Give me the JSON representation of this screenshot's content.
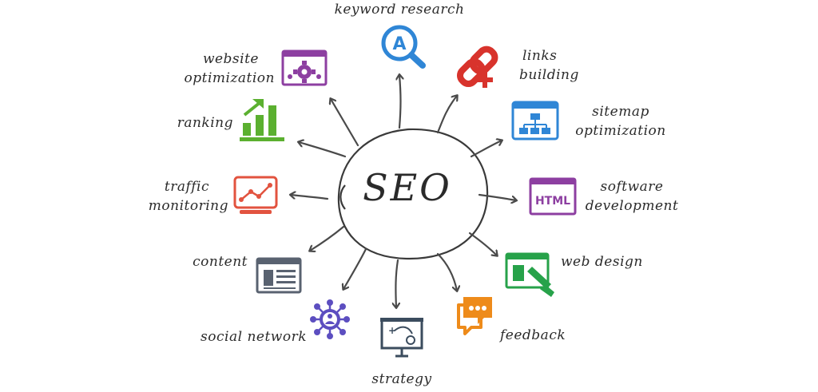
{
  "center": "SEO",
  "nodes": {
    "keyword": {
      "label": "keyword research",
      "color": "#2f86d6"
    },
    "links": {
      "line1": "links",
      "line2": "building",
      "color": "#d8332c"
    },
    "sitemap": {
      "line1": "sitemap",
      "line2": "optimization",
      "color": "#2f86d6"
    },
    "software": {
      "line1": "software",
      "line2": "development",
      "badge": "HTML",
      "color": "#8d3fa1"
    },
    "webdesign": {
      "label": "web design",
      "color": "#27a24a"
    },
    "feedback": {
      "label": "feedback",
      "color": "#ee8b1a"
    },
    "strategy": {
      "label": "strategy",
      "color": "#3b4c5e"
    },
    "social": {
      "label": "social network",
      "color": "#5c4ec0"
    },
    "content": {
      "label": "content",
      "color": "#596270"
    },
    "traffic": {
      "line1": "traffic",
      "line2": "monitoring",
      "color": "#e2533f"
    },
    "ranking": {
      "label": "ranking",
      "color": "#5bb030"
    },
    "website": {
      "line1": "website",
      "line2": "optimization",
      "color": "#8d3fa1"
    }
  }
}
